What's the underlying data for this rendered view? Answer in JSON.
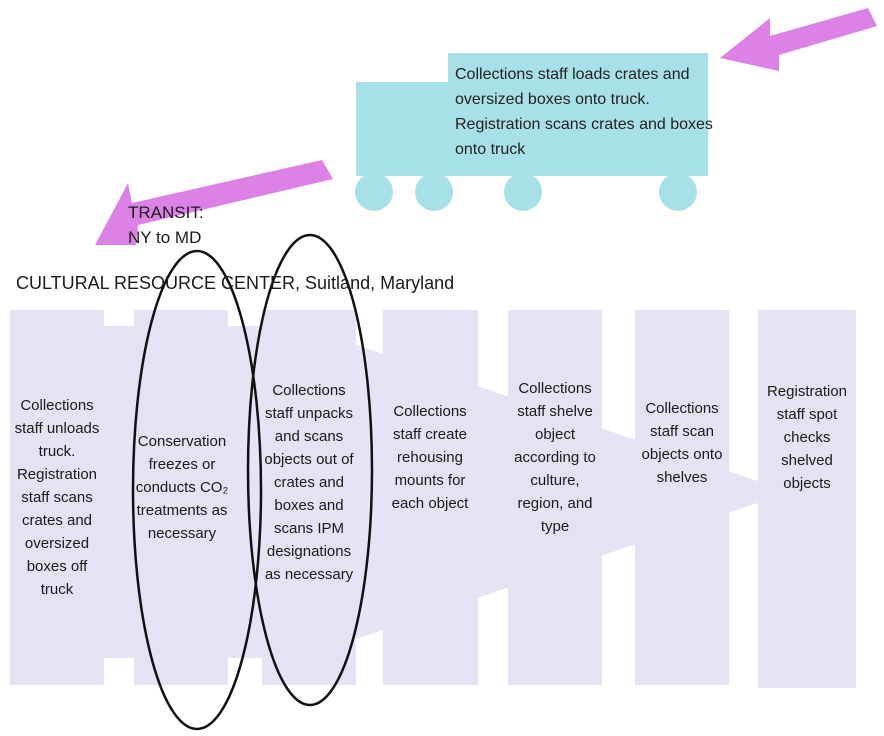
{
  "truck": {
    "text": "Collections staff loads crates and oversized boxes onto truck.  Registration scans crates and boxes onto truck"
  },
  "transit": {
    "line1": "TRANSIT:",
    "line2": "NY to MD"
  },
  "center_title": "CULTURAL RESOURCE CENTER, Suitland, Maryland",
  "steps": [
    {
      "label": "Collections staff unloads truck. Registration staff scans crates and oversized boxes off truck"
    },
    {
      "label": "Conservation freezes or conducts CO₂ treatments as necessary"
    },
    {
      "label": "Collections staff unpacks and scans objects out of crates and boxes and scans IPM designations as necessary"
    },
    {
      "label": "Collections staff create rehousing mounts for each object"
    },
    {
      "label": "Collections staff shelve object according to culture, region, and type"
    },
    {
      "label": "Collections staff scan objects onto shelves"
    },
    {
      "label": "Registration staff spot checks shelved objects"
    }
  ],
  "colors": {
    "panel": "#e4e2f3",
    "arrow": "#e4e2f3",
    "truck": "#a8e0e8",
    "pink_arrow": "#dc82e6",
    "ellipse": "#111111"
  }
}
